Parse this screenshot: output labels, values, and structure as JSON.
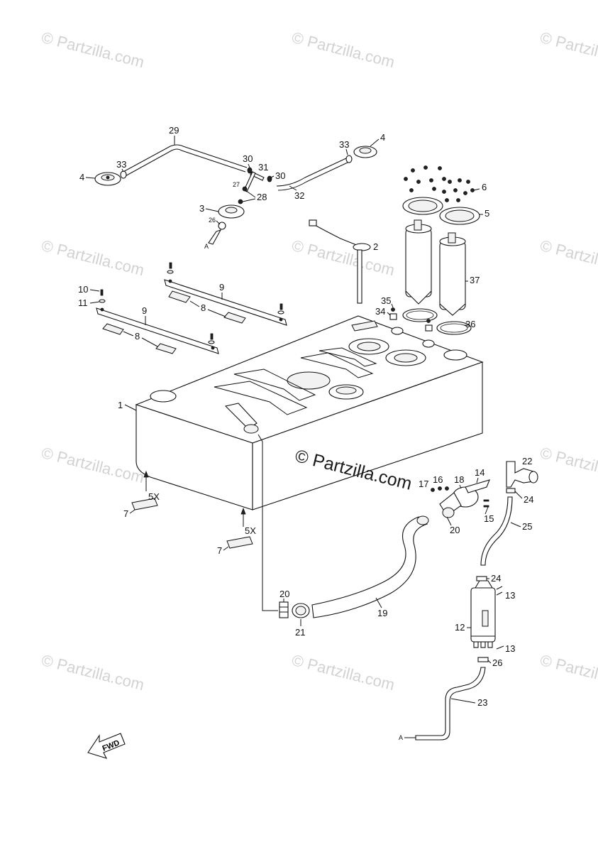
{
  "watermark": {
    "text": "© Partzilla.com",
    "center_text": "© Partzilla.com"
  },
  "fwd_label": "FWD",
  "quantity_note": "5X",
  "ref_marker": "A",
  "callouts": {
    "c1": "1",
    "c2": "2",
    "c3": "3",
    "c4a": "4",
    "c4b": "4",
    "c5": "5",
    "c6": "6",
    "c7a": "7",
    "c7b": "7",
    "c8a": "8",
    "c8b": "8",
    "c9a": "9",
    "c9b": "9",
    "c10": "10",
    "c11": "11",
    "c12": "12",
    "c13a": "13",
    "c13b": "13",
    "c14": "14",
    "c15": "15",
    "c16": "16",
    "c17": "17",
    "c18": "18",
    "c19": "19",
    "c20a": "20",
    "c20b": "20",
    "c21": "21",
    "c22": "22",
    "c23": "23",
    "c24a": "24",
    "c24b": "24",
    "c25": "25",
    "c26a": "26",
    "c26b": "26",
    "c27": "27",
    "c28": "28",
    "c29": "29",
    "c30a": "30",
    "c30b": "30",
    "c31": "31",
    "c32": "32",
    "c33a": "33",
    "c33b": "33",
    "c34": "34",
    "c35": "35",
    "c36": "36",
    "c37": "37"
  }
}
